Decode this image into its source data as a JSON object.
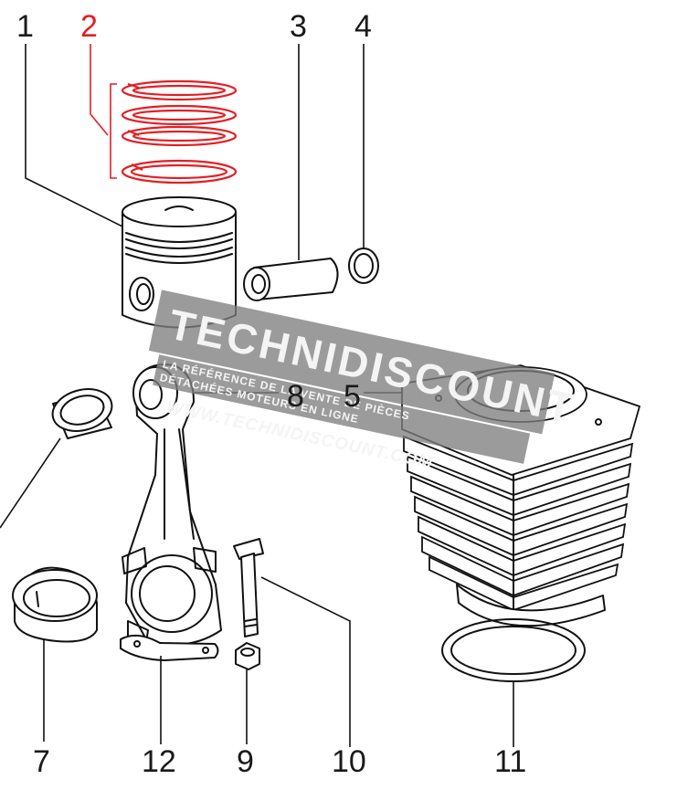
{
  "labels": {
    "l1": "1",
    "l2": "2",
    "l3": "3",
    "l4": "4",
    "l5": "5",
    "l7": "7",
    "l8": "8",
    "l9": "9",
    "l10": "10",
    "l11": "11",
    "l12": "12"
  },
  "watermark": {
    "title": "TECHNIDISCOUNT",
    "line1": "LA RÉFÉRENCE DE LA VENTE DE PIÈCES",
    "line2": "DÉTACHÉES MOTEURS EN LIGNE",
    "url": "WWW.TECHNIDISCOUNT.COM"
  },
  "colors": {
    "highlight": "#e31e24",
    "ink": "#111111",
    "watermark": "#7f7f7f"
  }
}
